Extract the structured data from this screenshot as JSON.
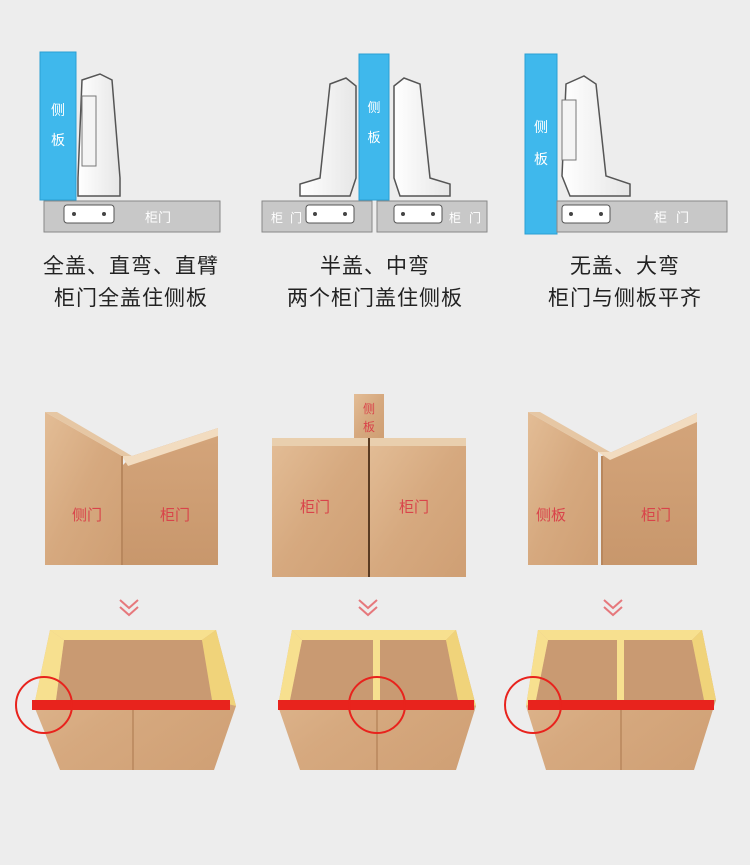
{
  "labels": {
    "side_panel": "侧板",
    "door": "柜门",
    "side_panel_letter_1": "侧",
    "side_panel_letter_2": "板",
    "door_letter_1": "柜",
    "door_letter_2": "门"
  },
  "panels": [
    {
      "caption_line1": "全盖、直弯、直臂",
      "caption_line2": "柜门全盖住侧板",
      "left_panel_label": "侧门",
      "right_panel_label": "柜门"
    },
    {
      "caption_line1": "半盖、中弯",
      "caption_line2": "两个柜门盖住侧板",
      "left_panel_label": "柜门",
      "right_panel_label": "柜门"
    },
    {
      "caption_line1": "无盖、大弯",
      "caption_line2": "柜门与侧板平齐",
      "left_panel_label": "侧板",
      "right_panel_label": "柜门"
    }
  ],
  "colors": {
    "side_panel": "#3fb8ec",
    "door_bar": "#c8c8c8",
    "wood": "#d9b08a",
    "wood_dark": "#c99a72",
    "edge": "#f7e08f",
    "red_line": "#e8231d",
    "label_red": "#d9434a"
  }
}
